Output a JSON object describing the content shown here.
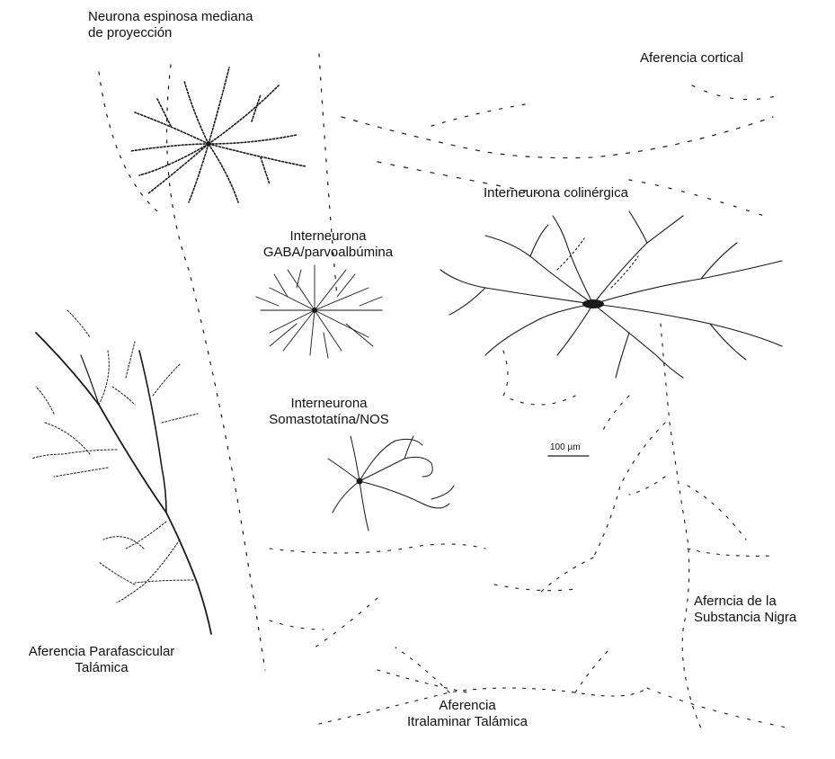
{
  "labels": {
    "spiny_line1": "Neurona espinosa mediana",
    "spiny_line2": "de proyección",
    "cortical": "Aferencia cortical",
    "cholinergic": "Interneurona colinérgica",
    "gaba_line1": "Interneurona",
    "gaba_line2": "GABA/parvoalbúmina",
    "som_line1": "Interneurona",
    "som_line2": "Somastotatína/NOS",
    "scale": "100 µm",
    "nigra_line1": "Aferncia de la",
    "nigra_line2": "Substancia Nigra",
    "parafasc_line1": "Aferencia Parafascicular",
    "parafasc_line2": "Talámica",
    "intralaminar_line1": "Aferencia",
    "intralaminar_line2": "Itralaminar Talámica"
  },
  "colors": {
    "ink": "#1a1a1a",
    "background": "#ffffff"
  }
}
